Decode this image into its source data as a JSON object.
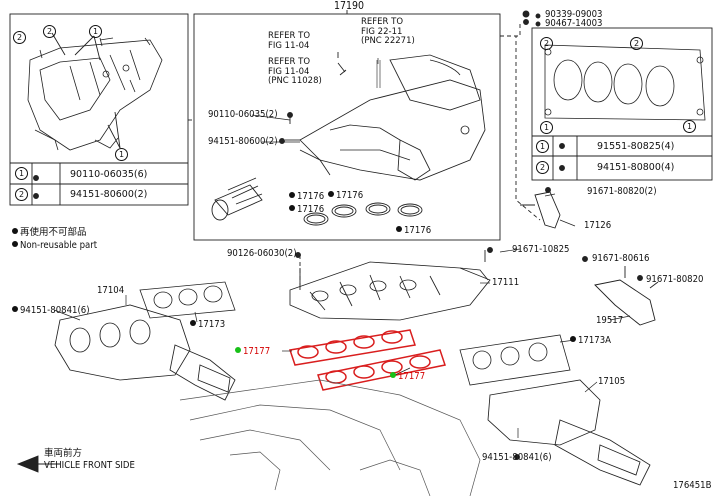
{
  "diagram": {
    "main_part": "17190",
    "refer_1": "REFER TO\nFIG 11-04",
    "refer_2": "REFER TO\nFIG 22-11\n(PNC 22271)",
    "refer_3": "REFER TO\nFIG 11-04\n(PNC 11028)",
    "figure_id": "176451B",
    "legend": {
      "reuse_jp": "再使用不可部品",
      "nonreuse": "Non-reusable part"
    },
    "vehicle_front_jp": "車両前方",
    "vehicle_front": "VEHICLE FRONT SIDE",
    "box_left_rows": [
      {
        "num": "1",
        "part": "90110-06035(6)"
      },
      {
        "num": "2",
        "part": "94151-80600(2)"
      }
    ],
    "box_right_top": [
      "90339-09003",
      "90467-14003"
    ],
    "box_right_rows": [
      {
        "num": "1",
        "part": "91551-80825(4)"
      },
      {
        "num": "2",
        "part": "94151-80800(4)"
      }
    ],
    "labels": {
      "p90110": "90110-06035(2)",
      "p94151_600": "94151-80600(2)",
      "p17176a": "17176",
      "p17176b": "17176",
      "p17176c": "17176",
      "p17176d": "17176",
      "p90126": "90126-06030(2)",
      "p91671_825": "91671-10825",
      "p17111": "17111",
      "p17104": "17104",
      "p94151_841a": "94151-80841(6)",
      "p17173": "17173",
      "p17177a": "17177",
      "p17177b": "17177",
      "p17173a": "17173A",
      "p17105": "17105",
      "p94151_841b": "94151-80841(6)",
      "p91671_820a": "91671-80820(2)",
      "p17126": "17126",
      "p91671_616": "91671-80616",
      "p91671_820b": "91671-80820",
      "p19517": "19517"
    }
  }
}
